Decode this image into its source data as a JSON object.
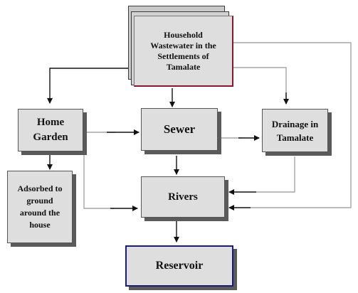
{
  "nodes": {
    "household": "Household\nWastewater in the\nSettlements of\nTamalate",
    "home_garden": "Home\nGarden",
    "sewer": "Sewer",
    "drainage": "Drainage in\nTamalate",
    "adsorbed": "Adsorbed to\nground\naround the\nhouse",
    "rivers": "Rivers",
    "reservoir": "Reservoir"
  },
  "colors": {
    "box_fill": "#dedede",
    "box_shadow": "#5a5a5a",
    "line_gray": "#a6a6a6",
    "line_dark": "#111111",
    "household_border_right": "#8a1530",
    "reservoir_border": "#1a1a7a"
  }
}
